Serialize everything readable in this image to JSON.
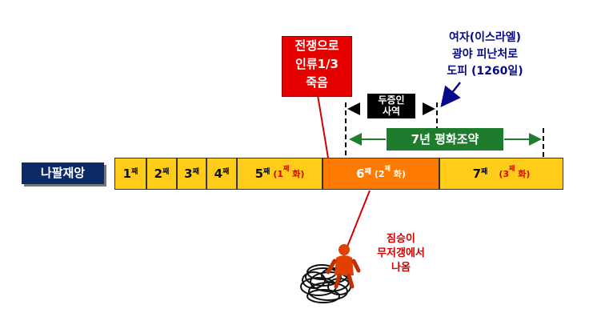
{
  "left_label": "나팔재앙",
  "segments": [
    {
      "num": "1",
      "sup": "째",
      "extra": null
    },
    {
      "num": "2",
      "sup": "째",
      "extra": null
    },
    {
      "num": "3",
      "sup": "째",
      "extra": null
    },
    {
      "num": "4",
      "sup": "째",
      "extra": null
    },
    {
      "num": "5",
      "sup": "째",
      "extra": {
        "open": "(1",
        "sup": "째",
        "close": " 화)"
      }
    },
    {
      "num": "6",
      "sup": "째",
      "extra": {
        "open": "(2",
        "sup": "째",
        "close": " 화)"
      }
    },
    {
      "num": "7",
      "sup": "째",
      "extra": {
        "open": "(3",
        "sup": "째",
        "close": " 화)"
      }
    }
  ],
  "war_note": {
    "line1": "전쟁으로",
    "line2": "인류1/3",
    "line3": "죽음"
  },
  "israel_note": {
    "line1": "여자(이스라엘)",
    "line2": "광야 피난처로",
    "line3": "도피 (1260일)"
  },
  "witness": {
    "line1": "두증인",
    "line2": "사역"
  },
  "treaty": "7년 평화조약",
  "beast_note": {
    "line1": "짐승이",
    "line2": "무저갱에서",
    "line3": "나옴"
  },
  "colors": {
    "bar": "#ffcc1a",
    "sixth": "#ff7a00",
    "red": "#e60000",
    "green": "#1e7d2c",
    "navy": "#0b2a66"
  }
}
